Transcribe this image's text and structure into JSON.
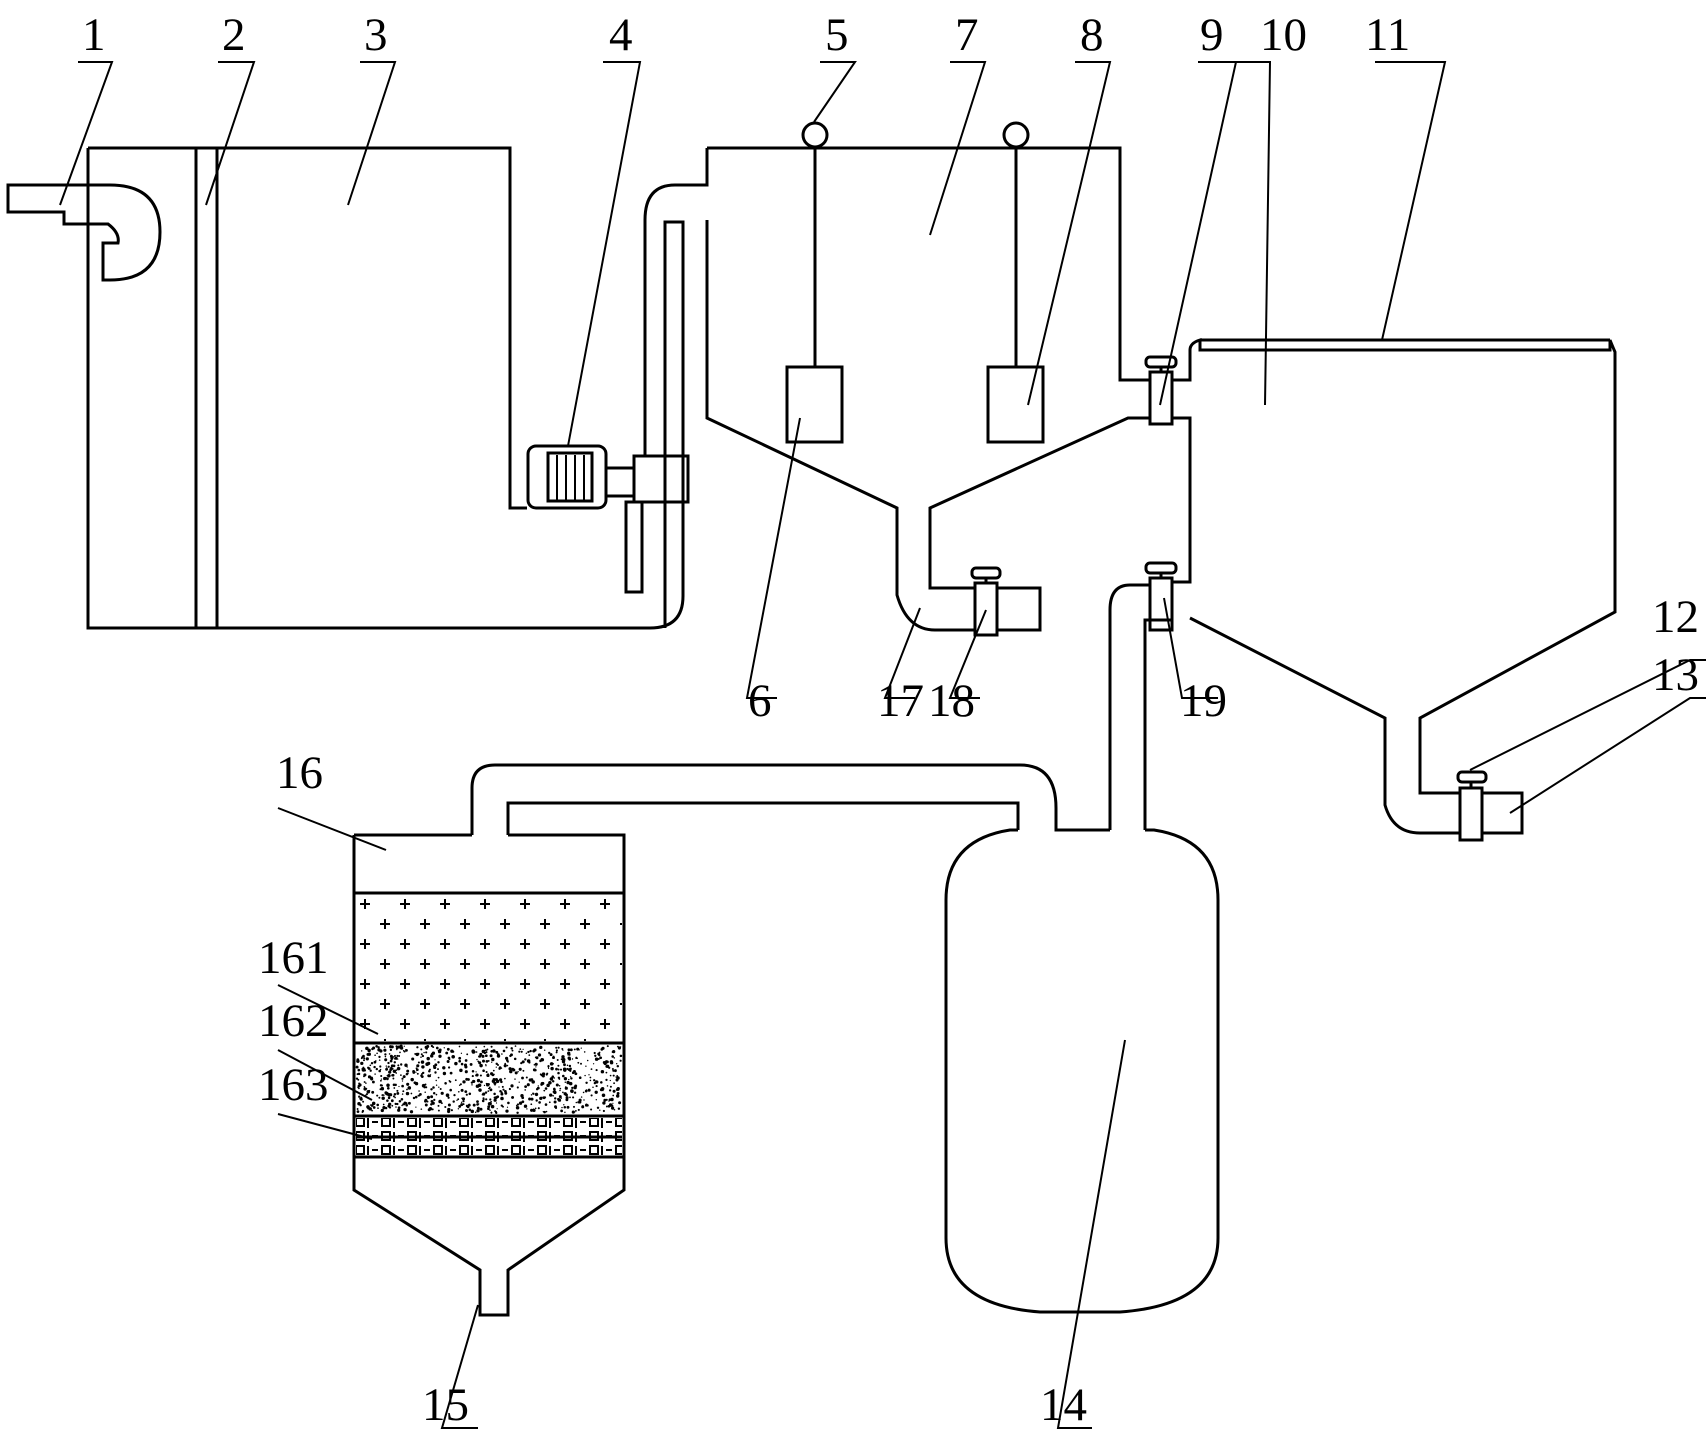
{
  "labels": {
    "l1": "1",
    "l2": "2",
    "l3": "3",
    "l4": "4",
    "l5": "5",
    "l6": "6",
    "l7": "7",
    "l8": "8",
    "l9": "9",
    "l10": "10",
    "l11": "11",
    "l12": "12",
    "l13": "13",
    "l14": "14",
    "l15": "15",
    "l16": "16",
    "l161": "161",
    "l162": "162",
    "l163": "163",
    "l17": "17",
    "l18": "18",
    "l19": "19"
  },
  "colors": {
    "line": "#000000",
    "background": "#ffffff"
  }
}
